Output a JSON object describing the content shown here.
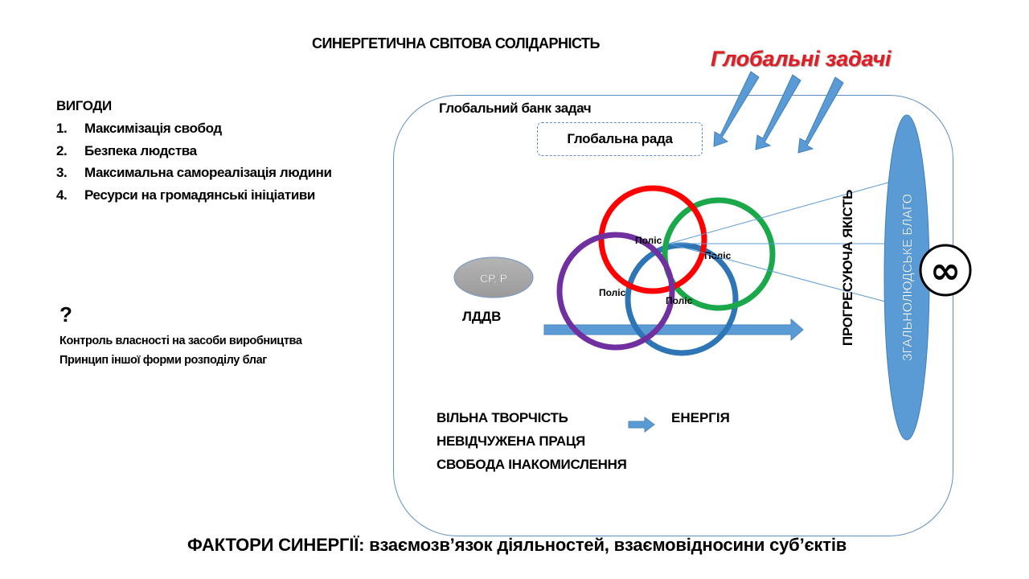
{
  "title": "СИНЕРГЕТИЧНА СВІТОВА СОЛІДАРНІСТЬ",
  "global_tasks": "Глобальні задачі",
  "benefits": {
    "heading": "ВИГОДИ",
    "items": [
      {
        "num": "1.",
        "text": "Максимізація свобод"
      },
      {
        "num": "2.",
        "text": "Безпека людства"
      },
      {
        "num": "3.",
        "text": "Максимальна самореалізація людини"
      },
      {
        "num": "4.",
        "text": "Ресурси на громадянські ініціативи"
      }
    ]
  },
  "question": {
    "mark": "?",
    "lines": [
      "Контроль власності на засоби виробництва",
      "Принцип іншої форми розподілу благ"
    ]
  },
  "bank": {
    "title": "Глобальний банк задач",
    "council": "Глобальна рада",
    "oval_label": "СР, Р",
    "ldvv": "ЛДДВ",
    "polis": [
      "Поліс",
      "Поліс",
      "Поліс",
      "Поліс"
    ],
    "progress_label": "ПРОГРЕСУЮЧА ЯКІСТЬ",
    "common_good": "ЗГАЛЬНОЛЮДСЬКЕ БЛАГО",
    "infinity": "∞",
    "factors": [
      "ВІЛЬНА ТВОРЧІСТЬ",
      "НЕВІДЧУЖЕНА ПРАЦЯ",
      "СВОБОДА ІНАКОМИСЛЕННЯ"
    ],
    "energy": "ЕНЕРГІЯ"
  },
  "footer": "ФАКТОРИ СИНЕРГІЇ: взаємозв’язок діяльностей, взаємовідносини суб’єктів",
  "colors": {
    "accent_red": "#e31b23",
    "arrow_blue": "#5b9bd5",
    "ring_red": "#ff0000",
    "ring_green": "#1aa84a",
    "ring_blue": "#2e75b6",
    "ring_purple": "#7030a0",
    "oval_gray": "#a6a6a6"
  }
}
